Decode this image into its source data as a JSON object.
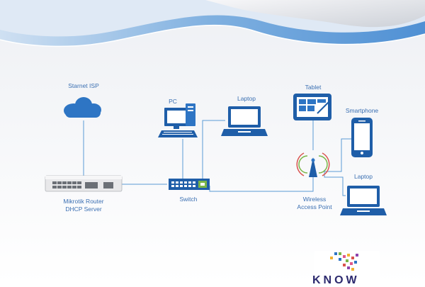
{
  "nodes": {
    "isp": {
      "label": "Starnet ISP"
    },
    "pc": {
      "label": "PC"
    },
    "laptop_top": {
      "label": "Laptop"
    },
    "tablet": {
      "label": "Tablet"
    },
    "smartphone": {
      "label": "Smartphone"
    },
    "router": {
      "label_line1": "Mikrotik Router",
      "label_line2": "DHCP Server"
    },
    "switch": {
      "label": "Switch"
    },
    "wap": {
      "label_line1": "Wireless",
      "label_line2": "Access Point"
    },
    "laptop_right": {
      "label": "Laptop"
    }
  },
  "logo": {
    "text": "KNOW"
  },
  "colors": {
    "line": "#5b9bd5",
    "device_dark": "#1f5ea8",
    "device_light": "#2e75c4",
    "label": "#3a6fb2",
    "header_blue": "#9cc3e6"
  }
}
